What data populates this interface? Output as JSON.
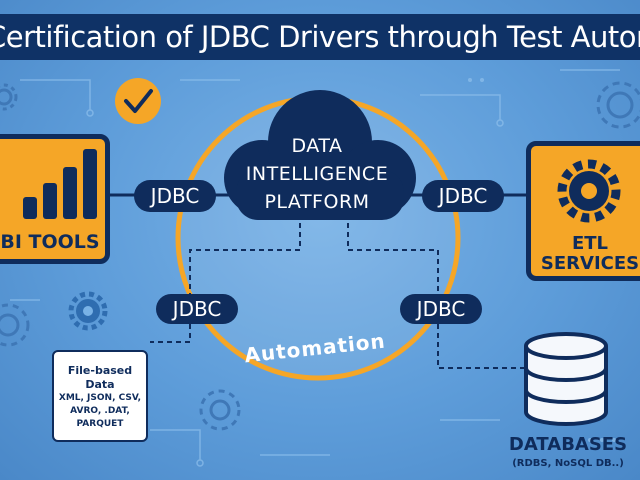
{
  "title": "Certification of JDBC Drivers through Test Automation",
  "center": {
    "line1": "DATA",
    "line2": "INTELLIGENCE",
    "line3": "PLATFORM"
  },
  "ring_label": "Automation",
  "nodes": {
    "bi_tools": "BI TOOLS",
    "etl_line1": "ETL",
    "etl_line2": "SERVICES",
    "file_title_1": "File-based",
    "file_title_2": "Data",
    "file_formats_1": "XML, JSON, CSV,",
    "file_formats_2": "AVRO, .DAT,",
    "file_formats_3": "PARQUET",
    "databases": "DATABASES",
    "databases_sub": "(RDBS, NoSQL DB..)"
  },
  "connectors": {
    "left_top": "JDBC",
    "right_top": "JDBC",
    "left_bottom": "JDBC",
    "right_bottom": "JDBC"
  },
  "icons": [
    "check-icon",
    "bar-chart-icon",
    "gear-icon",
    "database-icon",
    "document-icon",
    "cloud-icon"
  ],
  "colors": {
    "navy": "#0f2c5c",
    "orange": "#f5a627",
    "background": "#5d9cd9"
  }
}
